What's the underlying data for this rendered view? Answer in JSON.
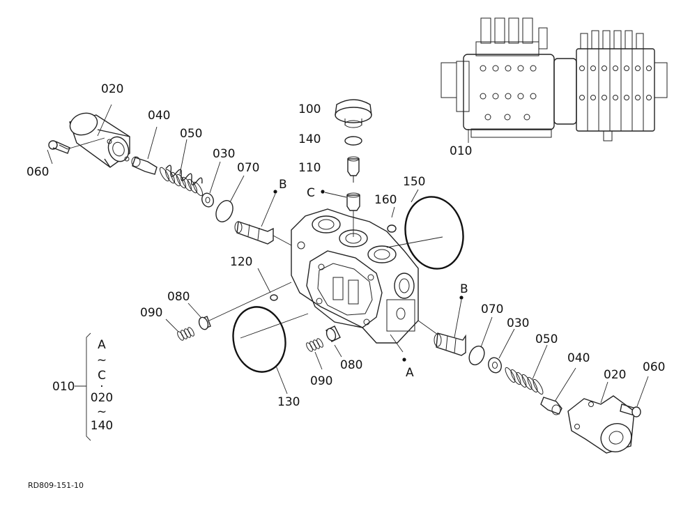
{
  "labels": {
    "l_020_top": "020",
    "l_040_top": "040",
    "l_050_top": "050",
    "l_030_top": "030",
    "l_070_top": "070",
    "l_060_left": "060",
    "l_B_top": "B",
    "l_100": "100",
    "l_140": "140",
    "l_110": "110",
    "l_C": "C",
    "l_160": "160",
    "l_150": "150",
    "l_120": "120",
    "l_080_left": "080",
    "l_090_left": "090",
    "l_130": "130",
    "l_090_mid": "090",
    "l_080_mid": "080",
    "l_A_mid": "A",
    "l_B_right": "B",
    "l_070_right": "070",
    "l_030_right": "030",
    "l_050_right": "050",
    "l_040_right": "040",
    "l_020_right": "020",
    "l_060_right": "060",
    "l_010_inset": "010"
  },
  "assembly": {
    "number": "010",
    "range": [
      "A",
      "~",
      "C",
      "·",
      "020",
      "~",
      "140"
    ]
  },
  "footer": {
    "reference": "RD809-151-10"
  }
}
